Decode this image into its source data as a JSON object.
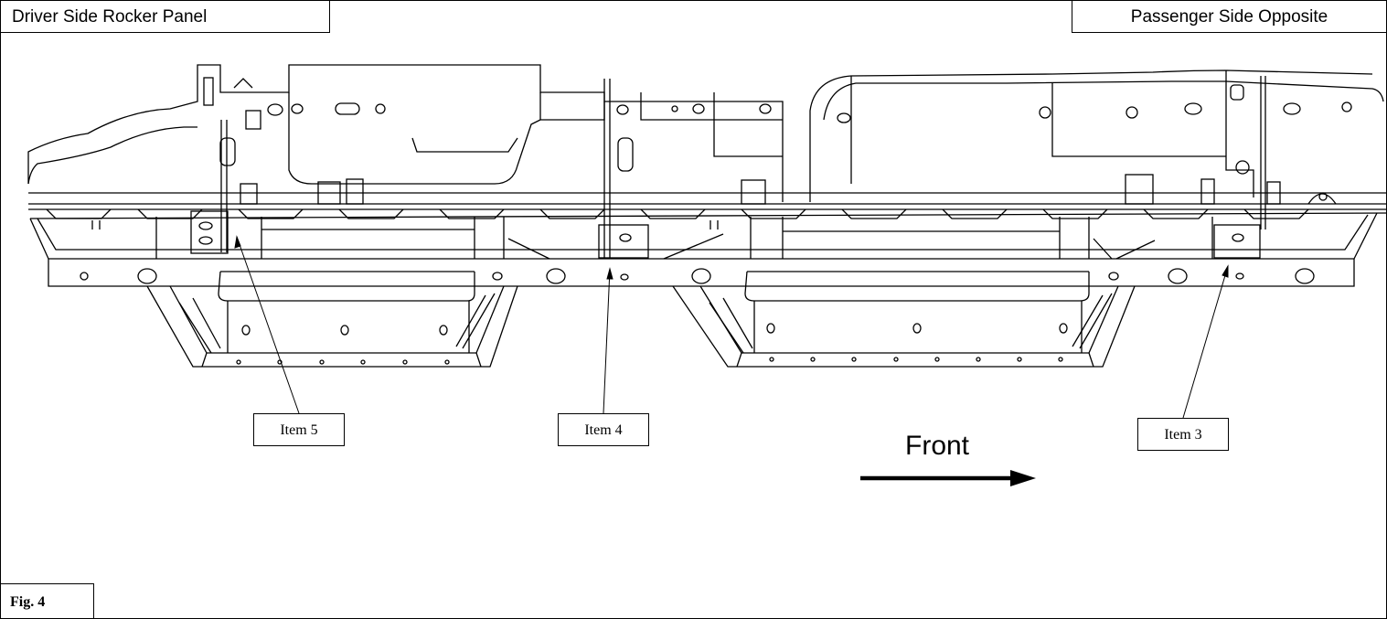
{
  "header": {
    "left_title": "Driver Side Rocker Panel",
    "right_title": "Passenger Side Opposite"
  },
  "callouts": [
    {
      "id": "item-5",
      "label": "Item 5"
    },
    {
      "id": "item-4",
      "label": "Item 4"
    },
    {
      "id": "item-3",
      "label": "Item 3"
    }
  ],
  "direction": {
    "label": "Front",
    "arrow": "right-arrow-icon"
  },
  "figure": {
    "label": "Fig. 4"
  },
  "colors": {
    "line": "#000000",
    "background": "#ffffff"
  }
}
